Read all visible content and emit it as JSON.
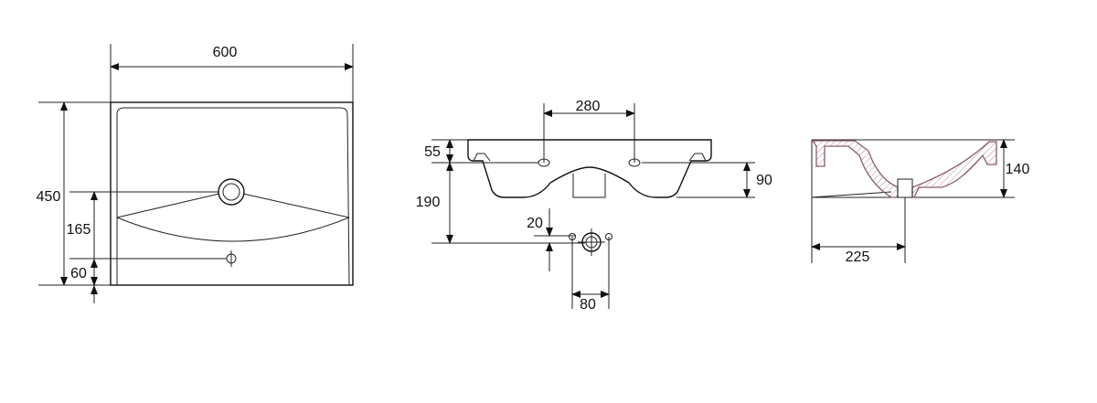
{
  "title": "Washbasin dimensional drawing",
  "top_view": {
    "width": "600",
    "depth": "450",
    "drain_offset": "165",
    "overflow_offset": "60"
  },
  "front_view": {
    "tap_hole_spacing": "280",
    "rim_height": "55",
    "height_to_outlet": "190",
    "bowl_depth": "90",
    "outlet_offset": "20",
    "bracket_spacing": "80"
  },
  "side_view": {
    "height": "140",
    "drain_distance": "225"
  },
  "colors": {
    "line": "#222222",
    "section": "#8a5f6a"
  }
}
